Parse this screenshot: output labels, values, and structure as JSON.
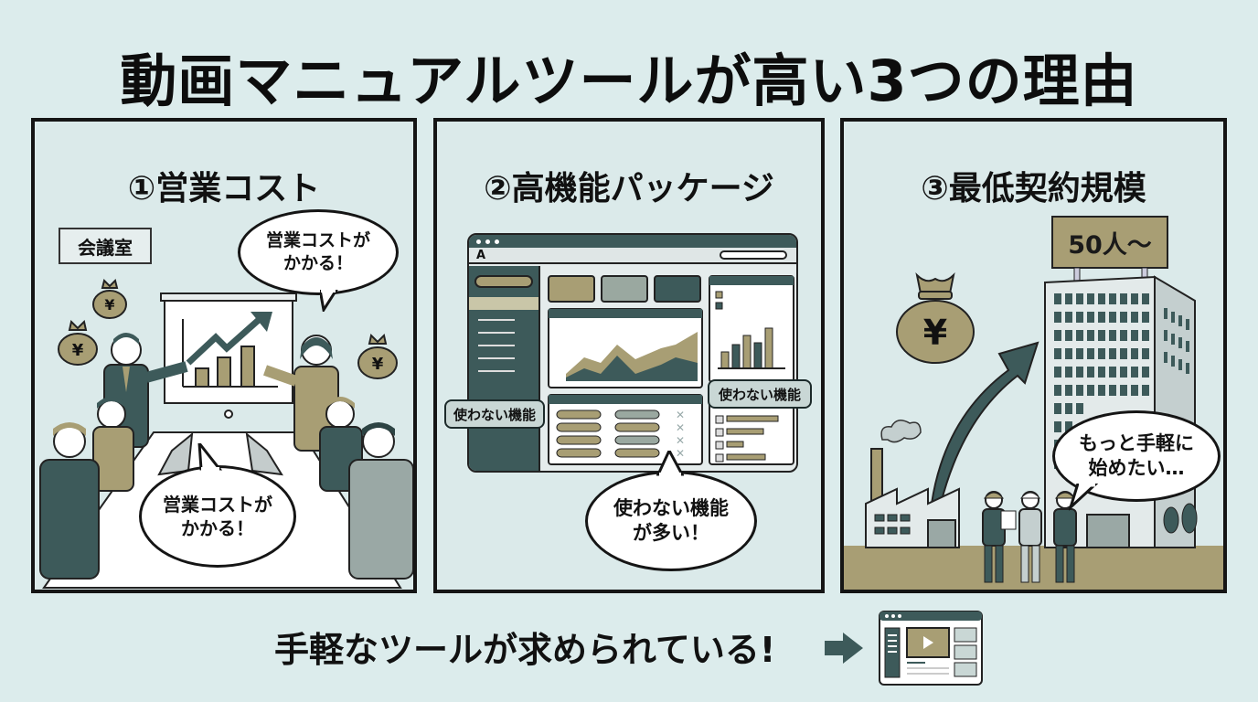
{
  "title": "動画マニュアルツールが高い3つの理由",
  "colors": {
    "background": "#dcecec",
    "dark_teal": "#3d5a5a",
    "olive": "#a89e74",
    "border": "#151515",
    "light_gray": "#c9d7d5"
  },
  "panels": [
    {
      "title": "①営業コスト",
      "room_sign": "会議室",
      "bubble_top": {
        "line1": "営業コストが",
        "line2": "かかる！"
      },
      "bubble_bottom": {
        "line1": "営業コストが",
        "line2": "かかる！"
      },
      "icons": [
        "money-bag-yen-icon",
        "presentation-board-icon",
        "rising-arrow-icon"
      ]
    },
    {
      "title": "②高機能パッケージ",
      "app_logo": "A",
      "tag_left": "使わない機能",
      "tag_right": "使わない機能",
      "bubble": {
        "line1": "使わない機能",
        "line2": "が多い！"
      }
    },
    {
      "title": "③最低契約規模",
      "building_sign": "50人～",
      "money_symbol": "¥",
      "bubble": {
        "line1": "もっと手軽に",
        "line2": "始めたい…"
      }
    }
  ],
  "conclusion": {
    "text": "手軽なツールが求められている!",
    "arrow_icon": "right-arrow-icon",
    "result_icon": "video-tool-window-icon"
  }
}
